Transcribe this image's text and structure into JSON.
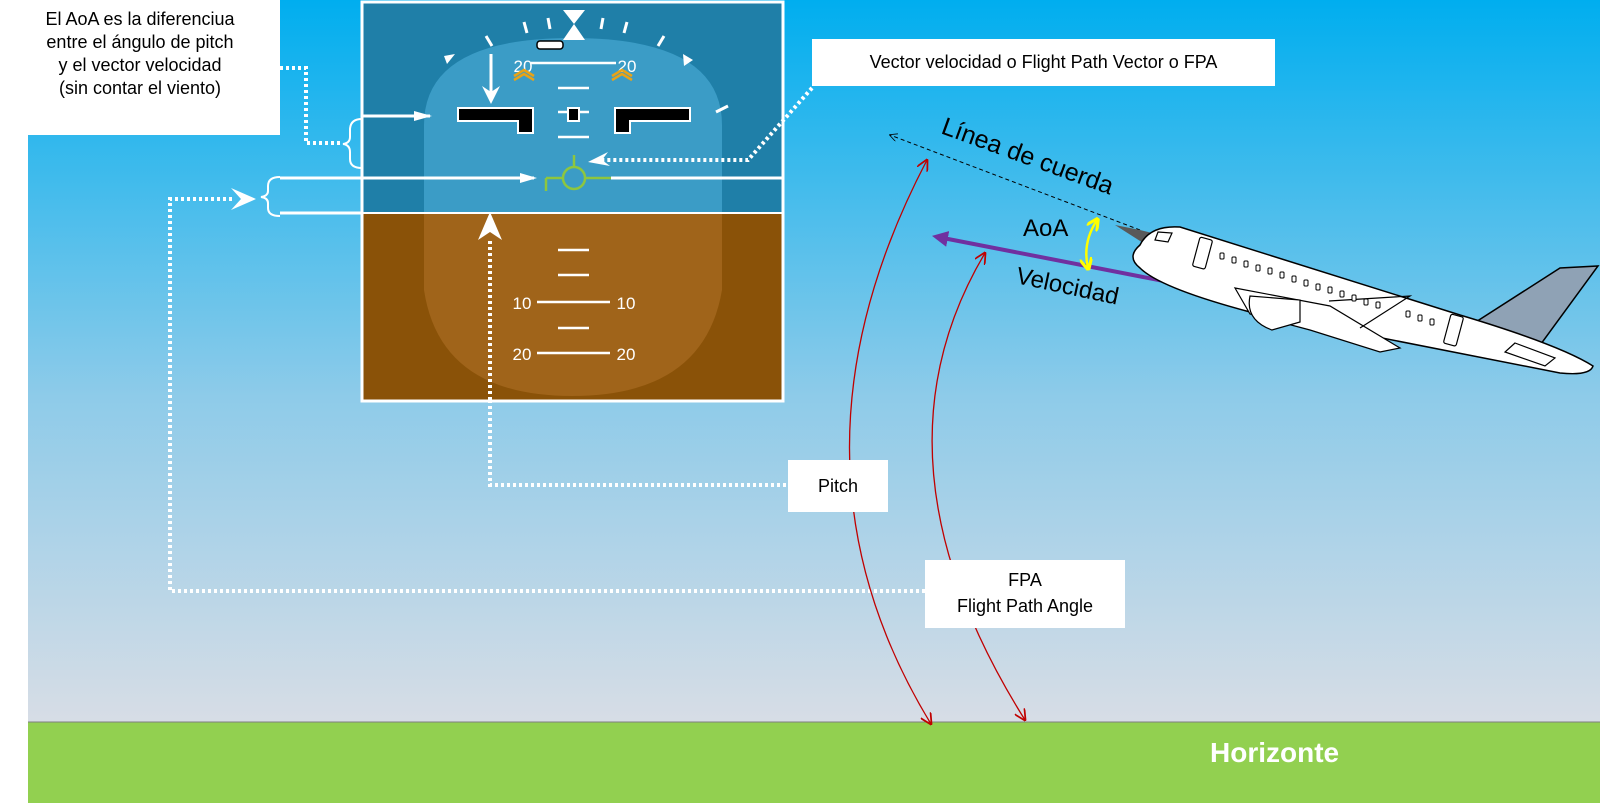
{
  "notes": {
    "aoa_definition": [
      "El AoA es la diferenciua",
      "entre el ángulo de pitch",
      "y el vector velocidad",
      "(sin contar el viento)"
    ],
    "fpv": "Vector velocidad o Flight  Path Vector o FPA",
    "pitch": "Pitch",
    "fpa": [
      "FPA",
      "Flight  Path Angle"
    ]
  },
  "diagram": {
    "chord_line": "Línea de cuerda",
    "aoa": "AoA",
    "velocity": "Velocidad",
    "horizon": "Horizonte"
  },
  "pfd": {
    "scale_labels": [
      "20",
      "20",
      "10",
      "10",
      "20",
      "20"
    ]
  },
  "colors": {
    "sky_top": "#00aeef",
    "sky_bottom": "#d6dce4",
    "ground": "#92d050",
    "pfd_sky": "#1f7fa8",
    "pfd_ground": "#8a5208",
    "velocity_vector": "#7030a0",
    "aoa_arrow": "#ffff00",
    "angle_arcs": "#c00000",
    "fpv_symbol": "#8dc63f"
  }
}
